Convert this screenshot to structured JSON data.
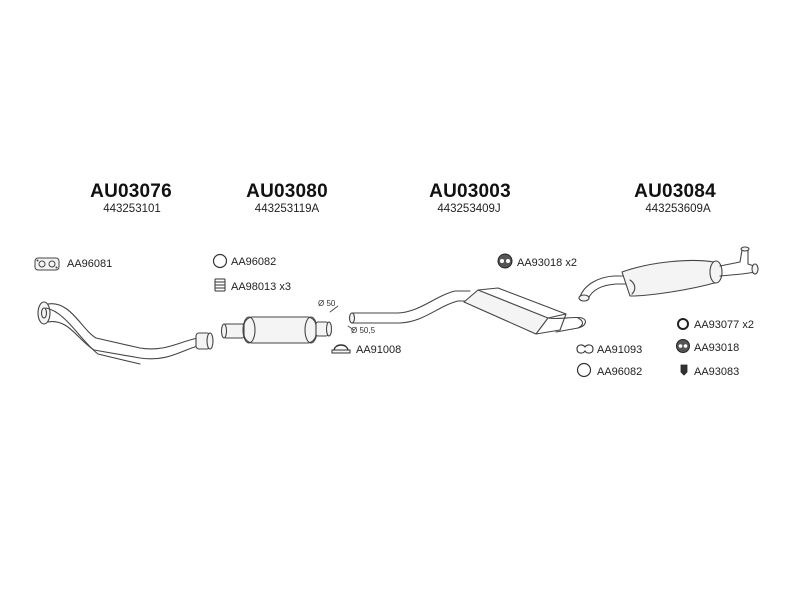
{
  "assemblies": [
    {
      "code": "AU03076",
      "oem": "443253101"
    },
    {
      "code": "AU03080",
      "oem": "443253119A"
    },
    {
      "code": "AU03003",
      "oem": "443253409J"
    },
    {
      "code": "AU03084",
      "oem": "443253609A"
    }
  ],
  "parts": {
    "p1": "AA96081",
    "p2": "AA96082",
    "p3": "AA98013 x3",
    "p4": "AA91008",
    "p5": "AA93018 x2",
    "p6": "AA91093",
    "p7": "AA96082",
    "p8": "AA93077 x2",
    "p9": "AA93018",
    "p10": "AA93083"
  },
  "dimensions": {
    "d1": "Ø 50",
    "d2": "Ø 50,5"
  },
  "icons": {
    "flange_gasket": "flange-gasket-icon",
    "ring": "seal-ring-icon",
    "spring": "spring-icon",
    "clamp": "pipe-clamp-icon",
    "rubber_mount": "rubber-mount-icon",
    "hanger": "hanger-icon",
    "small_ring": "small-ring-icon",
    "bump_stop": "bump-stop-icon"
  },
  "colors": {
    "line": "#444444",
    "fill": "#f4f4f4"
  }
}
